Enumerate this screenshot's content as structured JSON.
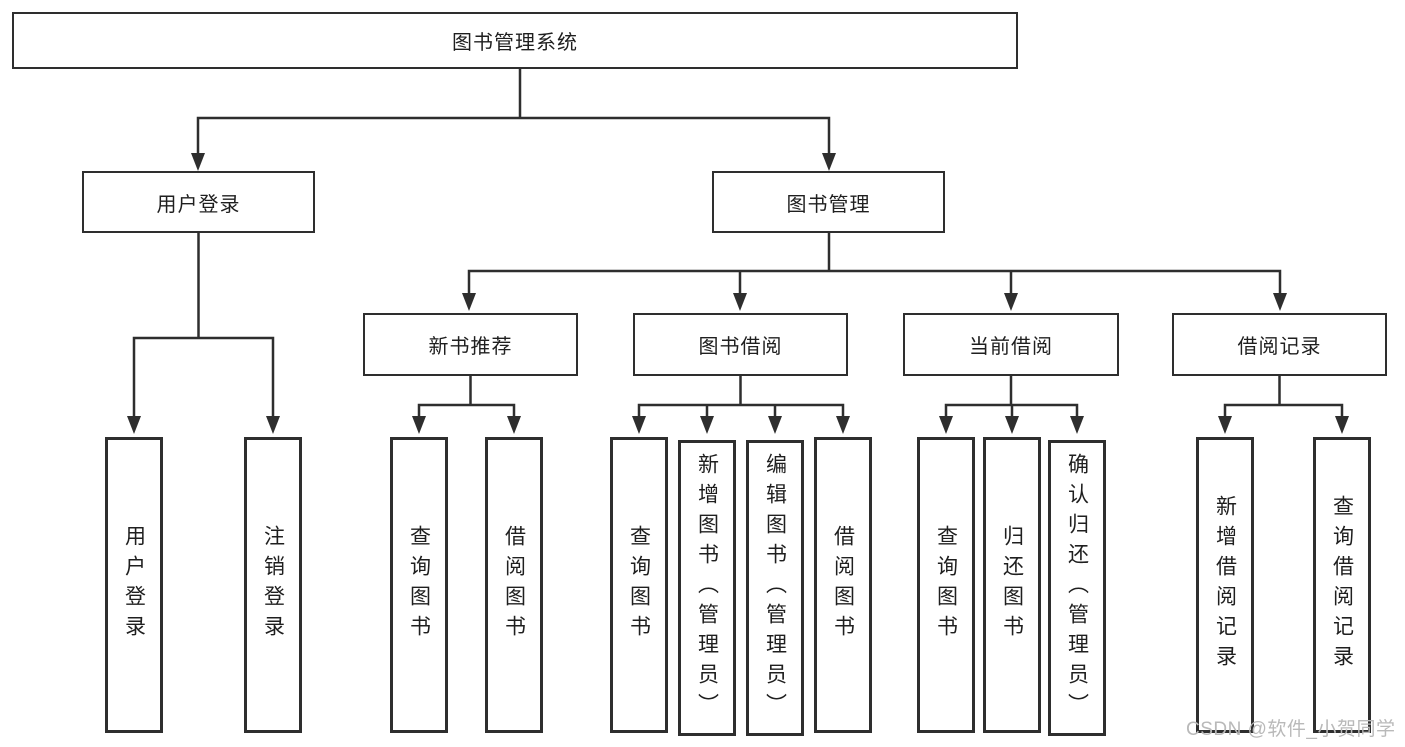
{
  "tree": {
    "root": {
      "label": "图书管理系统"
    },
    "branches": [
      {
        "label": "用户登录",
        "leaves": [
          {
            "label": "用户登录"
          },
          {
            "label": "注销登录"
          }
        ]
      },
      {
        "label": "图书管理",
        "categories": [
          {
            "label": "新书推荐",
            "leaves": [
              {
                "label": "查询图书"
              },
              {
                "label": "借阅图书"
              }
            ]
          },
          {
            "label": "图书借阅",
            "leaves": [
              {
                "label": "查询图书"
              },
              {
                "label": "新增图书（管理员）"
              },
              {
                "label": "编辑图书（管理员）"
              },
              {
                "label": "借阅图书"
              }
            ]
          },
          {
            "label": "当前借阅",
            "leaves": [
              {
                "label": "查询图书"
              },
              {
                "label": "归还图书"
              },
              {
                "label": "确认归还（管理员）"
              }
            ]
          },
          {
            "label": "借阅记录",
            "leaves": [
              {
                "label": "新增借阅记录"
              },
              {
                "label": "查询借阅记录"
              }
            ]
          }
        ]
      }
    ]
  },
  "watermark": "CSDN @软件_小贺同学",
  "colors": {
    "line": "#2e2e2e",
    "text": "#1f1f1f",
    "watermark": "#b9b9b9",
    "background": "#ffffff"
  }
}
